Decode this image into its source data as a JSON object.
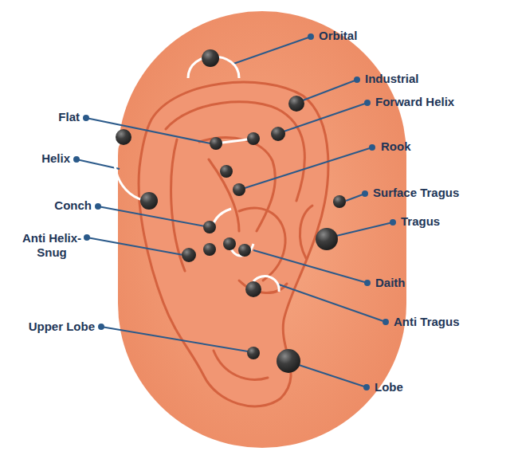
{
  "diagram": {
    "labels": [
      "Orbital",
      "Industrial",
      "Flat",
      "Forward Helix",
      "Helix",
      "Rook",
      "Surface Tragus",
      "Conch",
      "Tragus",
      "Anti Helix-Snug",
      "Daith",
      "Anti Tragus",
      "Upper Lobe",
      "Lobe"
    ]
  }
}
